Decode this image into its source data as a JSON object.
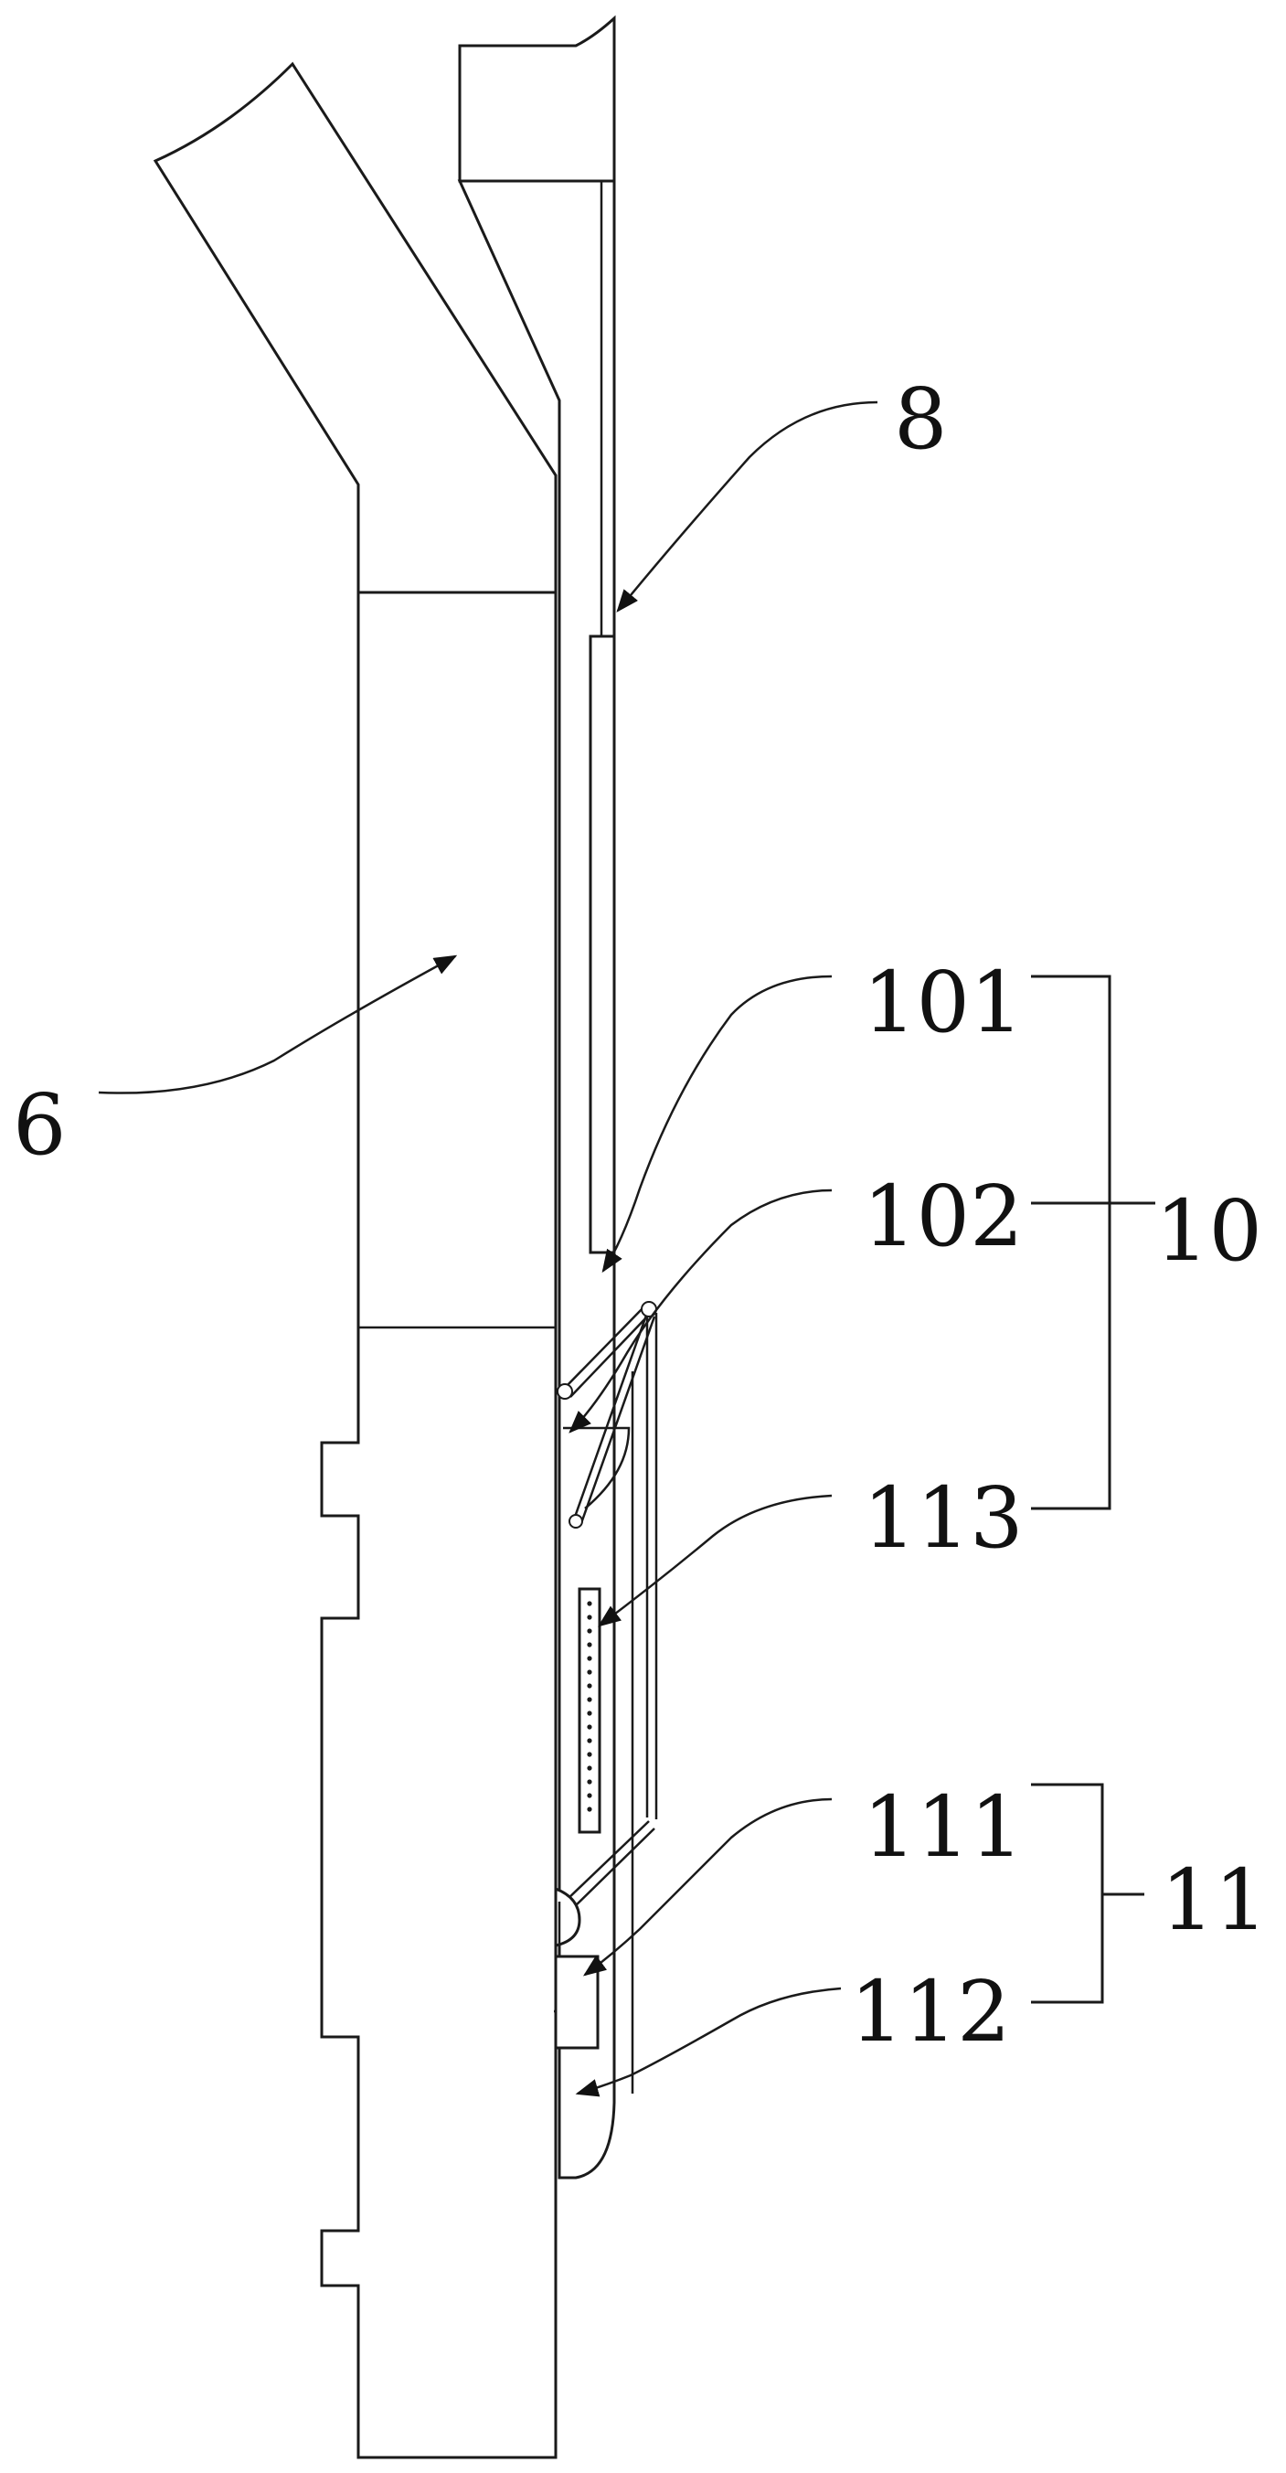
{
  "labels": {
    "l8": "8",
    "l6": "6",
    "l101": "101",
    "l102": "102",
    "l10": "10",
    "l113": "113",
    "l111": "111",
    "l11": "11",
    "l112": "112"
  },
  "colors": {
    "stroke": "#1a1a1a",
    "background": "#ffffff"
  }
}
